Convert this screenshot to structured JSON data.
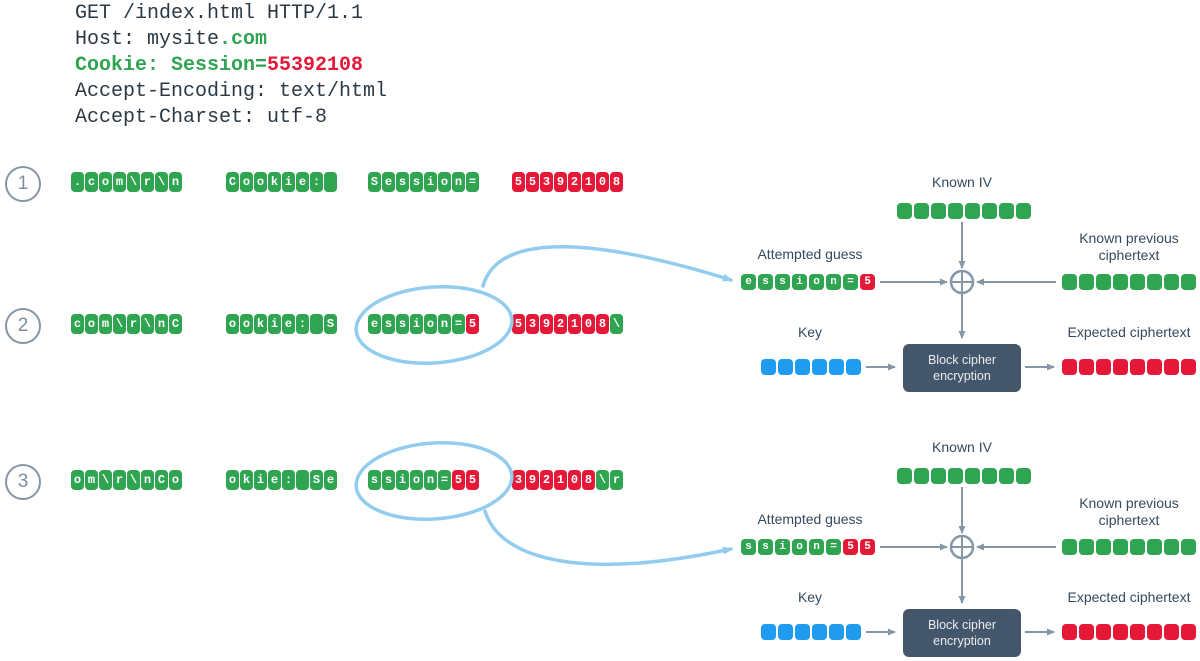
{
  "colors": {
    "green": "#2fa551",
    "red": "#e51937",
    "blue": "#1f9cf0",
    "gray": "#8596a6",
    "navy": "#334a5f",
    "light_blue": "#92ccee",
    "box_bg": "#44566a",
    "text_dark": "#2b3945"
  },
  "http_request": {
    "lines": [
      [
        {
          "t": "GET /index.html HTTP/1.1",
          "c": "dark"
        }
      ],
      [
        {
          "t": "Host: mysite",
          "c": "dark"
        },
        {
          "t": ".com",
          "c": "green"
        }
      ],
      [
        {
          "t": "Cookie: Session=",
          "c": "green"
        },
        {
          "t": "55392108",
          "c": "red"
        }
      ],
      [
        {
          "t": "Accept-Encoding: text/html",
          "c": "dark"
        }
      ],
      [
        {
          "t": "Accept-Charset: utf-8",
          "c": "dark"
        }
      ]
    ]
  },
  "rows": [
    {
      "number": "1",
      "circled_group": null,
      "groups": [
        {
          "chars": ".com\\r\\n",
          "colors": "gggggggg"
        },
        {
          "chars": "Cookie: ",
          "colors": "gggggggg"
        },
        {
          "chars": "Session=",
          "colors": "gggggggg"
        },
        {
          "chars": "55392108",
          "colors": "rrrrrrrr"
        }
      ]
    },
    {
      "number": "2",
      "circled_group": 2,
      "groups": [
        {
          "chars": "com\\r\\nC",
          "colors": "gggggggg"
        },
        {
          "chars": "ookie: S",
          "colors": "gggggggg"
        },
        {
          "chars": "ession=5",
          "colors": "gggggggr"
        },
        {
          "chars": "5392108\\",
          "colors": "rrrrrrrg"
        }
      ]
    },
    {
      "number": "3",
      "circled_group": 2,
      "groups": [
        {
          "chars": "om\\r\\nCo",
          "colors": "gggggggg"
        },
        {
          "chars": "okie: Se",
          "colors": "gggggggg"
        },
        {
          "chars": "ssion=55",
          "colors": "ggggggrr"
        },
        {
          "chars": "392108\\r",
          "colors": "rrrrrrgg"
        }
      ]
    }
  ],
  "diagrams": [
    {
      "known_iv_label": "Known IV",
      "iv_block_count": 8,
      "attempted_guess_label": "Attempted guess",
      "guess_chars": "ession=5",
      "guess_colors": "gggggggr",
      "known_prev_line1": "Known previous",
      "known_prev_line2": "ciphertext",
      "prev_block_count": 8,
      "key_label": "Key",
      "key_block_count": 6,
      "box_line1": "Block cipher",
      "box_line2": "encryption",
      "expected_label": "Expected ciphertext",
      "expected_block_count": 8
    },
    {
      "known_iv_label": "Known IV",
      "iv_block_count": 8,
      "attempted_guess_label": "Attempted guess",
      "guess_chars": "ssion=55",
      "guess_colors": "ggggggrr",
      "known_prev_line1": "Known previous",
      "known_prev_line2": "ciphertext",
      "prev_block_count": 8,
      "key_label": "Key",
      "key_block_count": 6,
      "box_line1": "Block cipher",
      "box_line2": "encryption",
      "expected_label": "Expected ciphertext",
      "expected_block_count": 8
    }
  ]
}
